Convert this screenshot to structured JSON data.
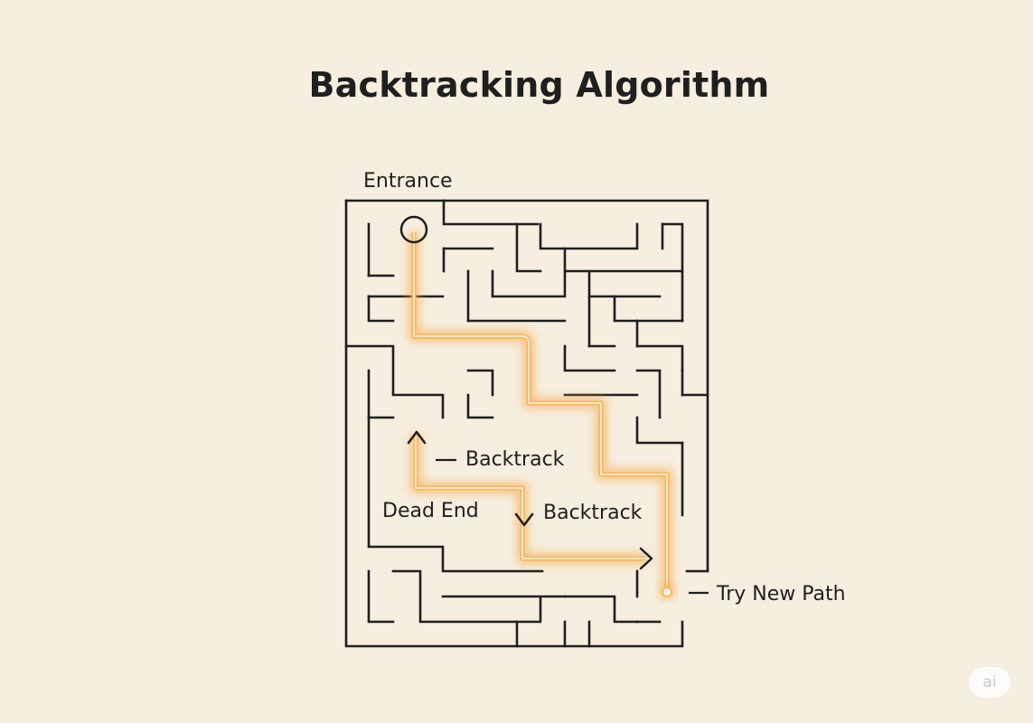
{
  "title": "Backtracking Algorithm",
  "labels": {
    "entrance": "Entrance",
    "backtrack_upper": "Backtrack",
    "dead_end": "Dead End",
    "backtrack_lower": "Backtrack",
    "try_new_path": "Try New Path"
  },
  "colors": {
    "background": "#f6eedf",
    "wall": "#1f1f1f",
    "path_glow": "#f7a43b",
    "path_core": "#fde6c2"
  },
  "icons": {
    "entrance_marker": "entrance-circle-icon",
    "arrow_up": "arrow-up-icon",
    "arrow_down": "arrow-down-icon",
    "arrow_right": "arrow-right-icon",
    "end_point": "path-end-dot-icon"
  },
  "watermark": "ai"
}
